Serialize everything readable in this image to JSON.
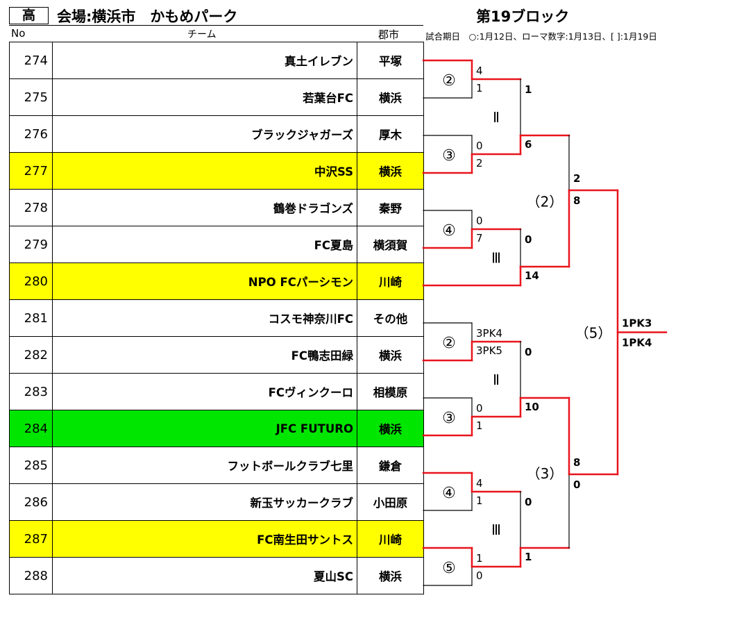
{
  "header": {
    "tag": "高",
    "venue": "会場:横浜市　かもめパーク",
    "block_title": "第19ブロック",
    "legend": "試合期日　○:1月12日、ローマ数字:1月13日、[ ]:1月19日"
  },
  "columns": {
    "no": "No",
    "team": "チーム",
    "city": "郡市"
  },
  "highlight_colors": {
    "yellow": "#ffff00",
    "green": "#00e600"
  },
  "bracket_colors": {
    "loser_line": "#000000",
    "winner_line": "#e8141c"
  },
  "teams": [
    {
      "no": "274",
      "name": "真土イレブン",
      "city": "平塚",
      "highlight": ""
    },
    {
      "no": "275",
      "name": "若葉台FC",
      "city": "横浜",
      "highlight": ""
    },
    {
      "no": "276",
      "name": "ブラックジャガーズ",
      "city": "厚木",
      "highlight": ""
    },
    {
      "no": "277",
      "name": "中沢SS",
      "city": "横浜",
      "highlight": "yellow"
    },
    {
      "no": "278",
      "name": "鶴巻ドラゴンズ",
      "city": "秦野",
      "highlight": ""
    },
    {
      "no": "279",
      "name": "FC夏島",
      "city": "横須賀",
      "highlight": ""
    },
    {
      "no": "280",
      "name": "NPO  FCパーシモン",
      "city": "川崎",
      "highlight": "yellow"
    },
    {
      "no": "281",
      "name": "コスモ神奈川FC",
      "city": "その他",
      "highlight": ""
    },
    {
      "no": "282",
      "name": "FC鴨志田緑",
      "city": "横浜",
      "highlight": ""
    },
    {
      "no": "283",
      "name": "FCヴィンクーロ",
      "city": "相模原",
      "highlight": ""
    },
    {
      "no": "284",
      "name": "JFC  FUTURO",
      "city": "横浜",
      "highlight": "green"
    },
    {
      "no": "285",
      "name": "フットボールクラブ七里",
      "city": "鎌倉",
      "highlight": ""
    },
    {
      "no": "286",
      "name": "新玉サッカークラブ",
      "city": "小田原",
      "highlight": ""
    },
    {
      "no": "287",
      "name": "FC南生田サントス",
      "city": "川崎",
      "highlight": "yellow"
    },
    {
      "no": "288",
      "name": "夏山SC",
      "city": "横浜",
      "highlight": ""
    }
  ],
  "bracket": {
    "matches": [
      {
        "round": 1,
        "label": "②",
        "top_score": "4",
        "bottom_score": "1",
        "winner": "top"
      },
      {
        "round": 1,
        "label": "③",
        "top_score": "0",
        "bottom_score": "2",
        "winner": "bottom"
      },
      {
        "round": 1,
        "label": "④",
        "top_score": "0",
        "bottom_score": "7",
        "winner": "bottom"
      },
      {
        "round": 1,
        "label": "②",
        "top_score": "3PK4",
        "bottom_score": "3PK5",
        "winner": "bottom"
      },
      {
        "round": 1,
        "label": "③",
        "top_score": "0",
        "bottom_score": "1",
        "winner": "bottom"
      },
      {
        "round": 1,
        "label": "④",
        "top_score": "4",
        "bottom_score": "1",
        "winner": "top"
      },
      {
        "round": 1,
        "label": "⑤",
        "top_score": "1",
        "bottom_score": "0",
        "winner": "top"
      },
      {
        "round": 2,
        "label": "Ⅱ",
        "top_score": "1",
        "bottom_score": "6",
        "winner": "bottom"
      },
      {
        "round": 2,
        "label": "Ⅲ",
        "top_score": "0",
        "bottom_score": "14",
        "winner": "bottom"
      },
      {
        "round": 2,
        "label": "Ⅱ",
        "top_score": "0",
        "bottom_score": "10",
        "winner": "bottom"
      },
      {
        "round": 2,
        "label": "Ⅲ",
        "top_score": "0",
        "bottom_score": "1",
        "winner": "bottom"
      },
      {
        "round": 3,
        "label": "（2）",
        "top_score": "2",
        "bottom_score": "8",
        "winner": "bottom"
      },
      {
        "round": 3,
        "label": "（3）",
        "top_score": "8",
        "bottom_score": "0",
        "winner": "top"
      },
      {
        "round": 4,
        "label": "（5）",
        "top_score": "1PK3",
        "bottom_score": "1PK4",
        "winner": "bottom"
      }
    ]
  }
}
